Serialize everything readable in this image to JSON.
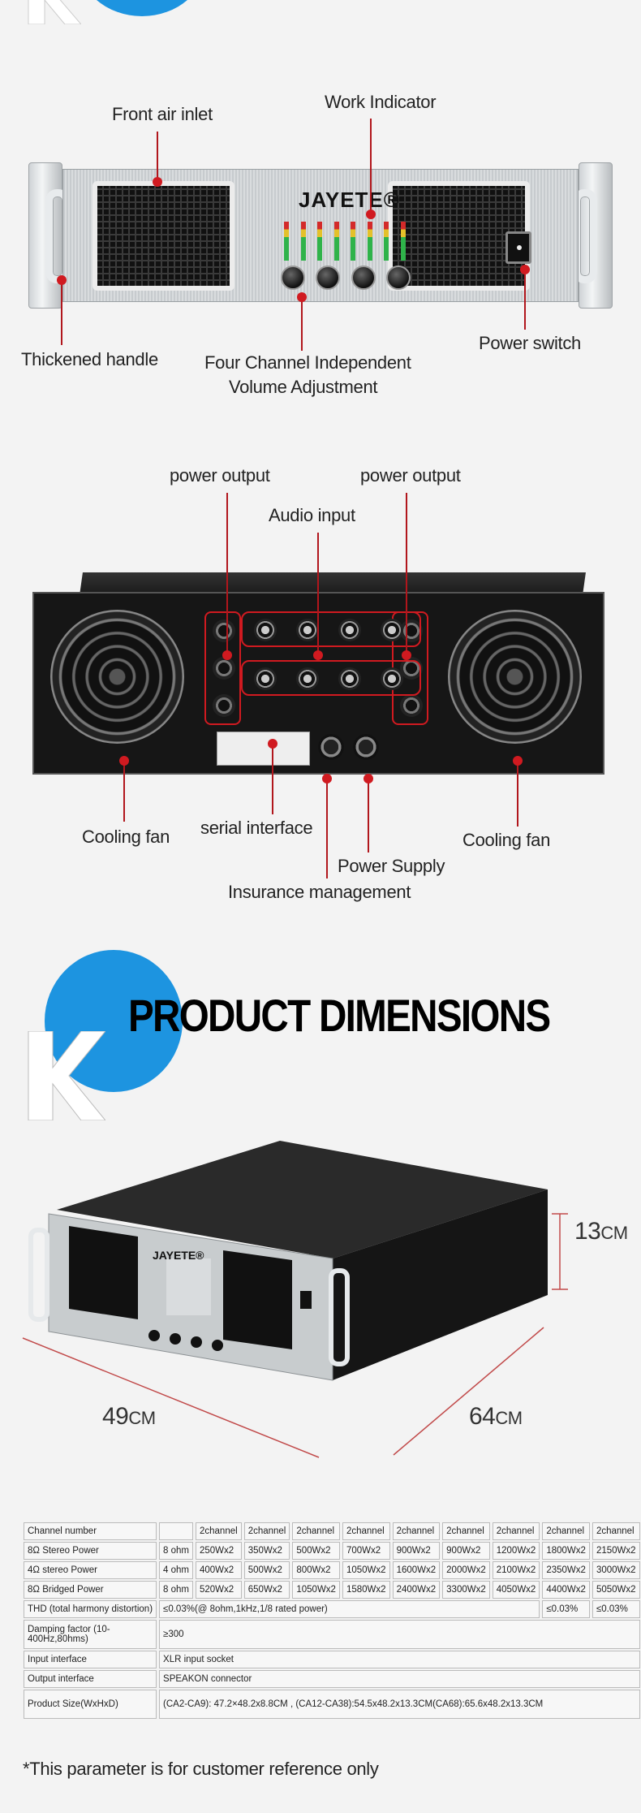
{
  "front_panel": {
    "brand": "JAYETE®",
    "callouts": {
      "front_air_inlet": "Front air inlet",
      "work_indicator": "Work Indicator",
      "thickened_handle": "Thickened handle",
      "volume_line1": "Four Channel Independent",
      "volume_line2": "Volume Adjustment",
      "power_switch": "Power switch"
    }
  },
  "rear_panel": {
    "callouts": {
      "power_output_left": "power output",
      "power_output_right": "power output",
      "audio_input": "Audio input",
      "cooling_fan_left": "Cooling fan",
      "serial_interface": "serial interface",
      "cooling_fan_right": "Cooling fan",
      "power_supply": "Power Supply",
      "insurance_management": "Insurance management"
    }
  },
  "dimensions": {
    "heading": "PRODUCT DIMENSIONS",
    "brand": "JAYETE®",
    "height_value": "13",
    "width_value": "49",
    "depth_value": "64",
    "unit": "CM"
  },
  "spec_table": {
    "rows": [
      {
        "label": "Channel number",
        "sub": "",
        "values": [
          "2channel",
          "2channel",
          "2channel",
          "2channel",
          "2channel",
          "2channel",
          "2channel",
          "2channel",
          "2channel"
        ]
      },
      {
        "label": "8Ω Stereo Power",
        "sub": "8 ohm",
        "values": [
          "250Wx2",
          "350Wx2",
          "500Wx2",
          "700Wx2",
          "900Wx2",
          "900Wx2",
          "1200Wx2",
          "1800Wx2",
          "2150Wx2"
        ]
      },
      {
        "label": "4Ω stereo Power",
        "sub": "4 ohm",
        "values": [
          "400Wx2",
          "500Wx2",
          "800Wx2",
          "1050Wx2",
          "1600Wx2",
          "2000Wx2",
          "2100Wx2",
          "2350Wx2",
          "3000Wx2"
        ]
      },
      {
        "label": "8Ω Bridged Power",
        "sub": "8 ohm",
        "values": [
          "520Wx2",
          "650Wx2",
          "1050Wx2",
          "1580Wx2",
          "2400Wx2",
          "3300Wx2",
          "4050Wx2",
          "4400Wx2",
          "5050Wx2"
        ]
      }
    ],
    "thd": {
      "label": "THD (total harmony distortion)",
      "value": "≤0.03%(@ 8ohm,1kHz,1/8 rated power)",
      "value2": "≤0.03%",
      "value3": "≤0.03%"
    },
    "damping": {
      "label": "Damping factor (10-400Hz,80hms)",
      "value": "≥300"
    },
    "input": {
      "label": "Input interface",
      "value": "XLR input socket"
    },
    "output": {
      "label": "Output interface",
      "value": "SPEAKON connector"
    },
    "size": {
      "label": "Product Size(WxHxD)",
      "value": "(CA2-CA9): 47.2×48.2x8.8CM , (CA12-CA38):54.5x48.2x13.3CM(CA68):65.6x48.2x13.3CM"
    }
  },
  "note": "*This parameter is for customer reference only"
}
